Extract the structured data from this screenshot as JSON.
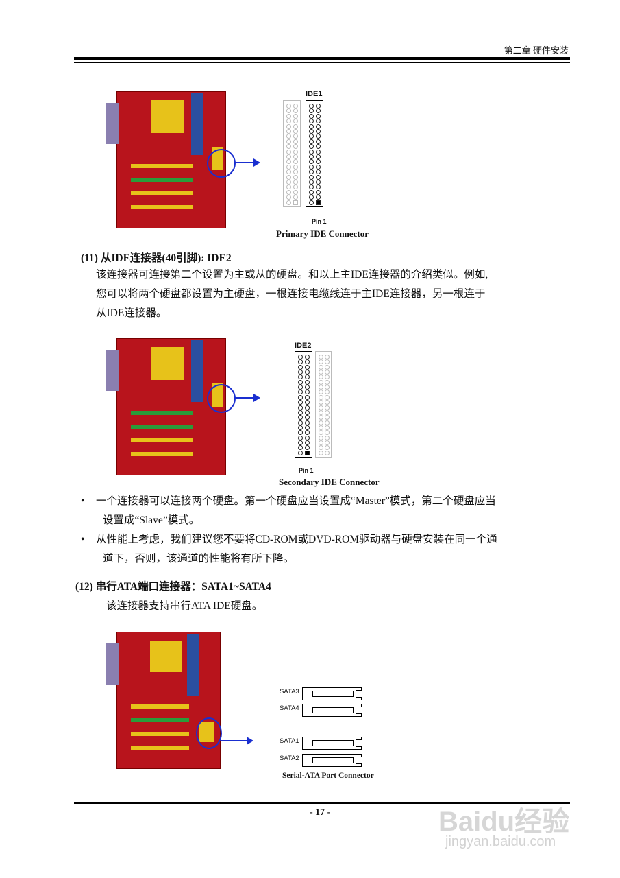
{
  "header": {
    "chapter": "第二章  硬件安装"
  },
  "figures": {
    "ide1": {
      "label": "IDE1",
      "pin_label": "Pin 1",
      "caption": "Primary IDE Connector"
    },
    "ide2": {
      "label": "IDE2",
      "pin_label": "Pin 1",
      "caption": "Secondary IDE Connector"
    },
    "sata": {
      "ports": [
        "SATA3",
        "SATA4",
        "SATA1",
        "SATA2"
      ],
      "caption": "Serial-ATA Port Connector"
    }
  },
  "section11": {
    "heading": "(11)  从IDE连接器(40引脚): IDE2",
    "lines": [
      "该连接器可连接第二个设置为主或从的硬盘。和以上主IDE连接器的介绍类似。例如,",
      "您可以将两个硬盘都设置为主硬盘，一根连接电缆线连于主IDE连接器，另一根连于",
      "从IDE连接器。"
    ]
  },
  "bullets": [
    {
      "l1": "一个连接器可以连接两个硬盘。第一个硬盘应当设置成“Master”模式，第二个硬盘应当",
      "l2": "设置成“Slave”模式。"
    },
    {
      "l1": "从性能上考虑，我们建议您不要将CD-ROM或DVD-ROM驱动器与硬盘安装在同一个通",
      "l2": "道下，否则，该通道的性能将有所下降。"
    }
  ],
  "section12": {
    "heading": "(12)    串行ATA端口连接器：SATA1~SATA4",
    "text": "该连接器支持串行ATA IDE硬盘。"
  },
  "footer": {
    "page": "- 17 -"
  },
  "watermark": {
    "logo": "Baidu经验",
    "url": "jingyan.baidu.com"
  },
  "colors": {
    "highlight": "#1a2fd0",
    "board": "#b8141c"
  }
}
